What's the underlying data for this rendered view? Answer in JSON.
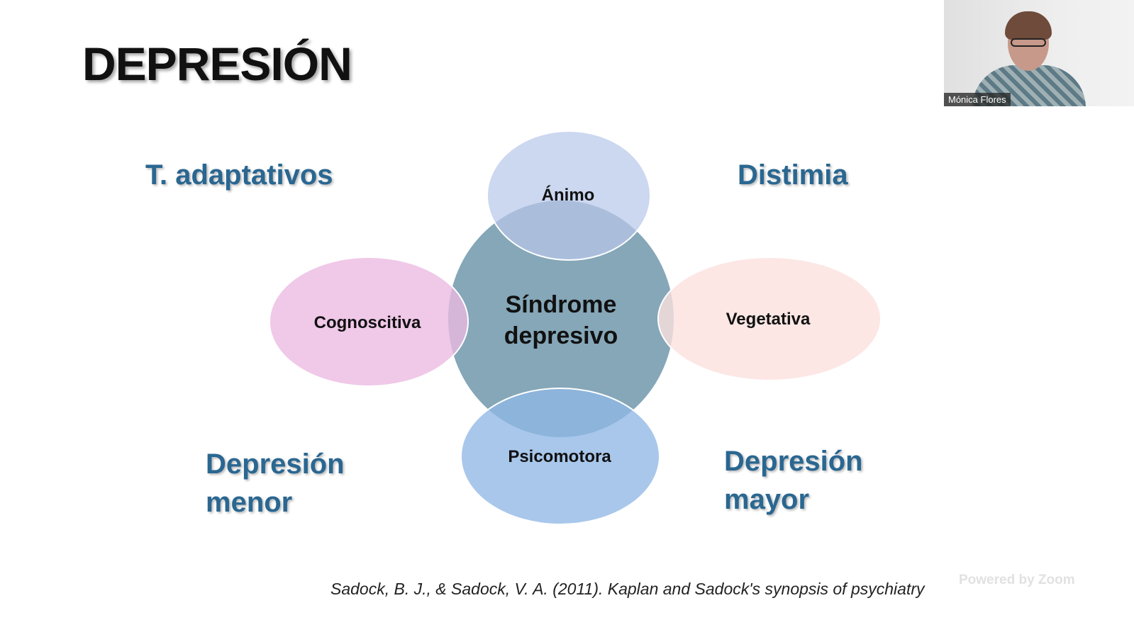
{
  "slide": {
    "title": "DEPRESIÓN",
    "labels": {
      "top_left": "T. adaptativos",
      "top_right": "Distimia",
      "bottom_left": [
        "Depresión",
        "menor"
      ],
      "bottom_right": [
        "Depresión",
        "mayor"
      ]
    },
    "diagram": {
      "center": [
        "Síndrome",
        "depresivo"
      ],
      "top": "Ánimo",
      "left": "Cognoscitiva",
      "right": "Vegetativa",
      "bottom": "Psicomotora"
    },
    "citation": "Sadock, B. J., & Sadock, V. A. (2011). Kaplan and Sadock's synopsis of psychiatry"
  },
  "video": {
    "participant_name": "Mónica Flores",
    "watermark": "Powered by Zoom"
  },
  "colors": {
    "label_blue": "#2a6791",
    "center": "#7ea2b4",
    "top": "#b9c7ea",
    "left": "#ecb8e1",
    "right": "#fbe1de",
    "bottom": "#8fb7e6"
  }
}
